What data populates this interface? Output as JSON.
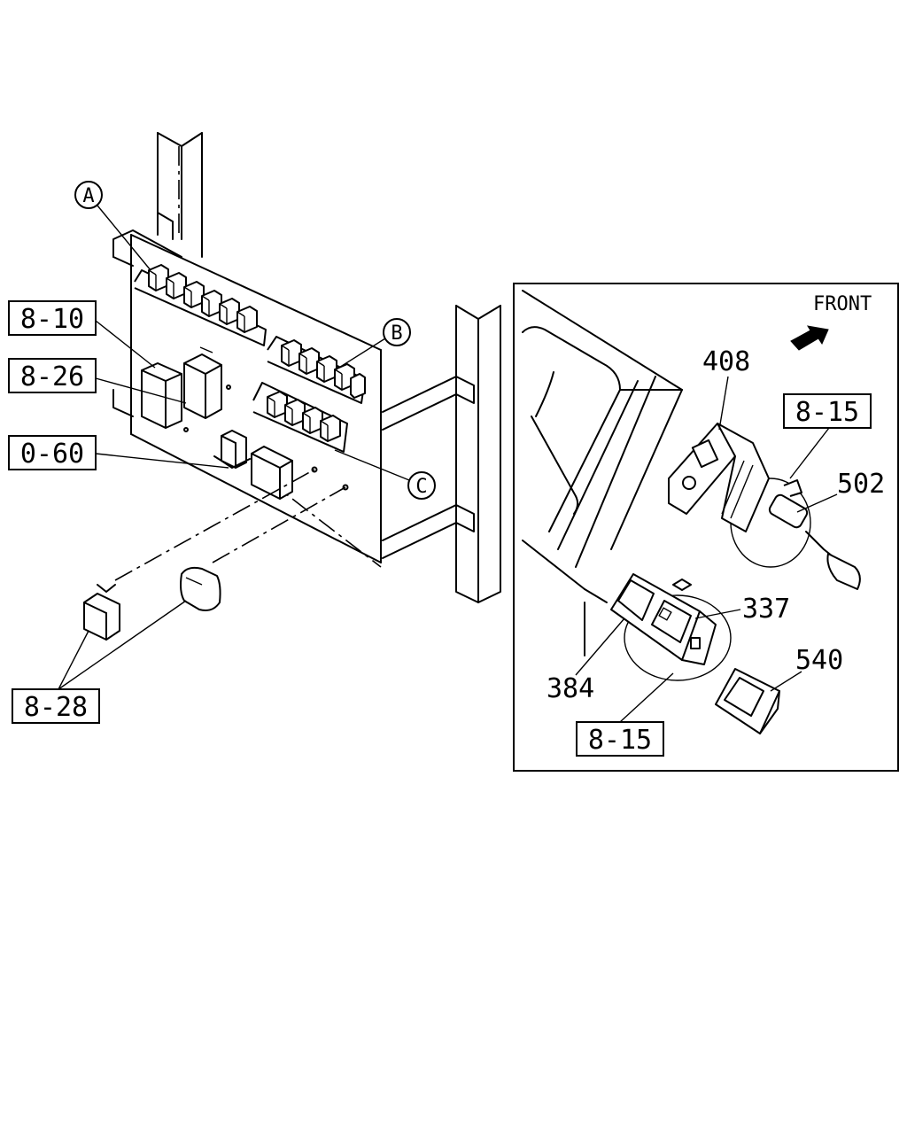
{
  "callouts": {
    "a": "A",
    "b": "B",
    "c": "C"
  },
  "refs": {
    "r810": "8-10",
    "r826": "8-26",
    "r060": "0-60",
    "r828": "8-28",
    "r815_top": "8-15",
    "r815_bottom": "8-15"
  },
  "parts": {
    "p408": "408",
    "p502": "502",
    "p337": "337",
    "p384": "384",
    "p540": "540"
  },
  "inset": {
    "front_label": "FRONT"
  }
}
